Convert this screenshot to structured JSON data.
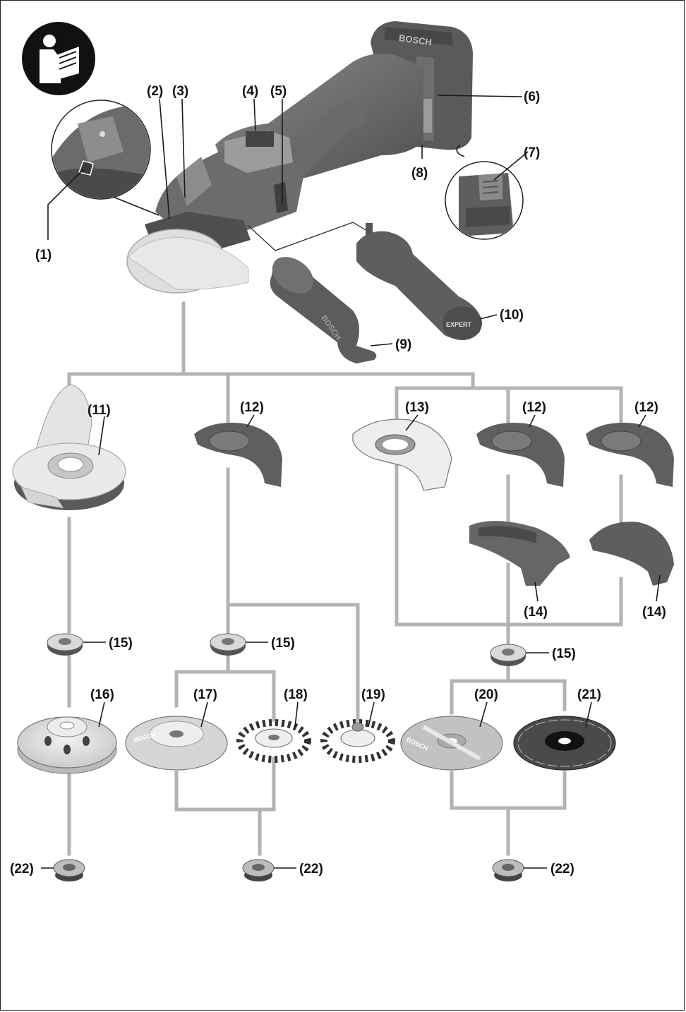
{
  "callouts": {
    "c1": "(1)",
    "c2": "(2)",
    "c3": "(3)",
    "c4": "(4)",
    "c5": "(5)",
    "c6": "(6)",
    "c7": "(7)",
    "c8": "(8)",
    "c9": "(9)",
    "c10": "(10)",
    "c11": "(11)",
    "c12": "(12)",
    "c13": "(13)",
    "c14": "(14)",
    "c15": "(15)",
    "c16": "(16)",
    "c17": "(17)",
    "c18": "(18)",
    "c19": "(19)",
    "c20": "(20)",
    "c21": "(21)",
    "c22": "(22)"
  },
  "markings": {
    "brand": "BOSCH",
    "handle_brand": "EXPERT"
  },
  "icons": {
    "manual": "read-manual-icon"
  },
  "colors": {
    "tool_dark": "#5c5c5c",
    "tool_mid": "#7a7a7a",
    "tool_light": "#a6a6a6",
    "connector": "#b3b3b3",
    "guard_light": "#d9d9d9"
  }
}
